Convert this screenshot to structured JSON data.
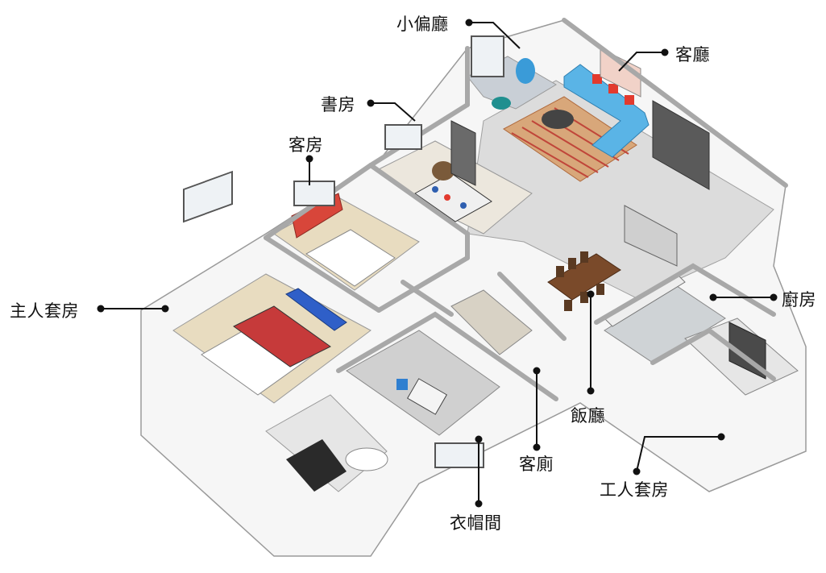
{
  "colors": {
    "wall": "#f2f2f2",
    "wall_dark": "#bfbfbf",
    "floor_wood": "#e8dcc0",
    "floor_tile": "#d9d9d9",
    "sofa": "#5ab4e6",
    "cushion_red": "#e23a2e",
    "dining_table": "#7a4a2a",
    "line": "#111111"
  },
  "labels": [
    {
      "id": "small-living-room",
      "text": "小偏廳"
    },
    {
      "id": "living-room",
      "text": "客廳"
    },
    {
      "id": "study",
      "text": "書房"
    },
    {
      "id": "guest-room",
      "text": "客房"
    },
    {
      "id": "master-suite",
      "text": "主人套房"
    },
    {
      "id": "kitchen",
      "text": "廚房"
    },
    {
      "id": "dining-room",
      "text": "飯廳"
    },
    {
      "id": "guest-toilet",
      "text": "客廁"
    },
    {
      "id": "walk-in-closet",
      "text": "衣帽間"
    },
    {
      "id": "servant-suite",
      "text": "工人套房"
    }
  ]
}
